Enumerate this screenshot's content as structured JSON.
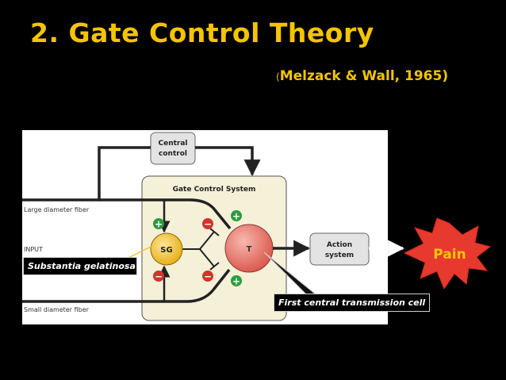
{
  "slide": {
    "title": "2. Gate Control Theory",
    "citation_open": "(",
    "citation": "Melzack & Wall, 1965)"
  },
  "diagram": {
    "central_control": [
      "Central",
      "control"
    ],
    "gate_control_system": "Gate Control System",
    "large_fiber_label": "Large diameter fiber",
    "input_label": "INPUT",
    "small_fiber_label": "Small diameter fiber",
    "sg_label": "SG",
    "t_label": "T",
    "action_system": [
      "Action",
      "system"
    ],
    "plus_sign": "+",
    "minus_sign": "−",
    "pain_label": "Pain"
  },
  "callouts": {
    "substantia_gelatinosa": "Substantia gelatinosa",
    "transmission_cell": "First central transmission cell"
  },
  "colors": {
    "title": "#f5c400",
    "gate_box_fill": "#f5f0d8",
    "sg_fill": "#f2c12e",
    "t_fill": "#e8766a",
    "plus": "#2a9d3a",
    "minus": "#d0342c",
    "pain_burst": "#e8392f",
    "pain_text": "#f5c400"
  }
}
